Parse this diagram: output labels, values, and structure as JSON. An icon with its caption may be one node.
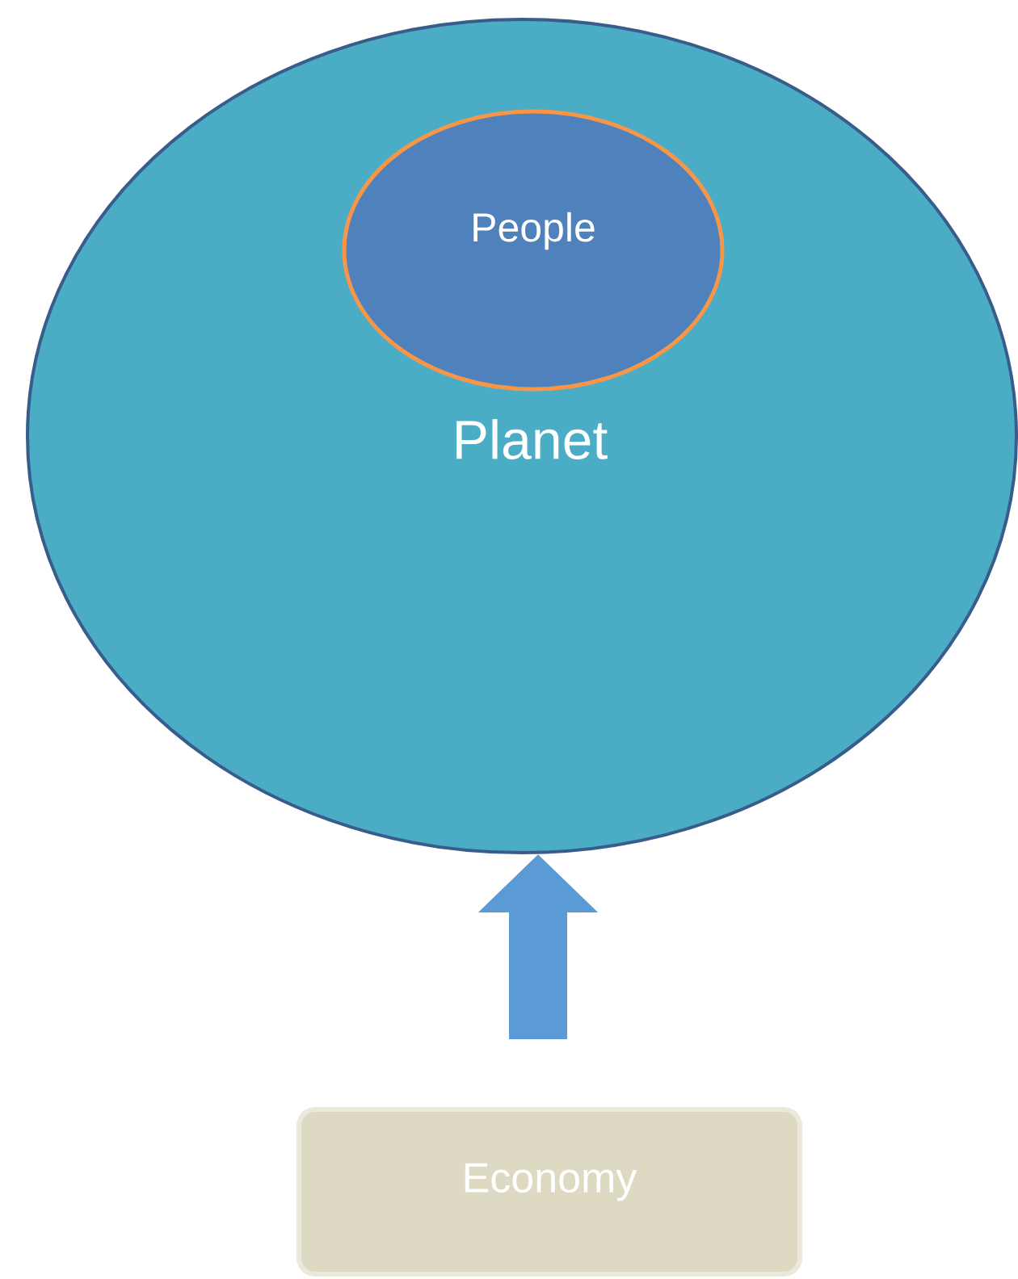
{
  "diagram": {
    "nodes": [
      {
        "text": [
          "Planet"
        ]
      },
      {
        "text": [
          "People"
        ],
        "in": 0
      },
      {
        "text": [
          "Economy"
        ]
      }
    ],
    "edges": [
      {
        "from": 2,
        "to": 0,
        "arrow": "to"
      }
    ]
  }
}
